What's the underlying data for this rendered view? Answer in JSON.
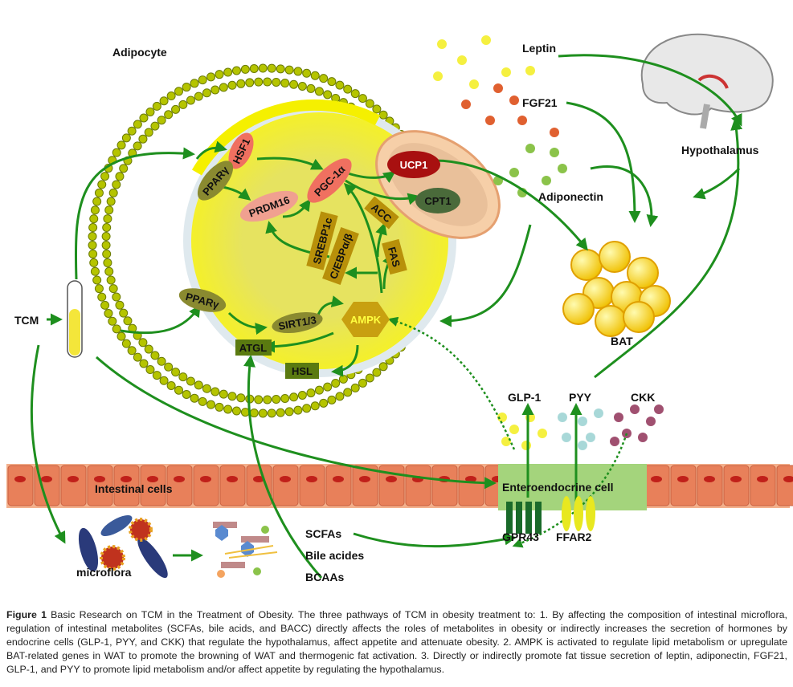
{
  "labels": {
    "adipocyte": "Adipocyte",
    "leptin": "Leptin",
    "fgf21": "FGF21",
    "adiponectin": "Adiponectin",
    "hypothalamus": "Hypothalamus",
    "bat": "BAT",
    "tcm": "TCM",
    "intestinal_cells": "Intestinal cells",
    "enteroendocrine": "Enteroendocrine cell",
    "glp1": "GLP-1",
    "pyy": "PYY",
    "ckk": "CKK",
    "gpr43": "GPR43",
    "ffar2": "FFAR2",
    "microflora": "microflora",
    "scfas": "SCFAs",
    "bile": "Bile acides",
    "bcaas": "BCAAs"
  },
  "molecules": {
    "hsf1": "HSF1",
    "ppary_top": "PPARγ",
    "prdm16": "PRDM16",
    "pgc1a": "PGC-1α",
    "ucp1": "UCP1",
    "cpt1": "CPT1",
    "srebp1c": "SREBP1c",
    "acc": "ACC",
    "cebp": "C/EBPα/β",
    "fas": "FAS",
    "ppary_bottom": "PPARγ",
    "sirt": "SIRT1/3",
    "ampk": "AMPK",
    "atgl": "ATGL",
    "hsl": "HSL"
  },
  "colors": {
    "arrow": "#1e8f1e",
    "cell": "#f2ee3a",
    "membrane": "#a8b400",
    "intestine": "#e98a62",
    "enteroendocrine": "#9fd27a"
  },
  "caption": {
    "label": "Figure 1",
    "text": "Basic Research on TCM in the Treatment of Obesity. The three pathways of TCM in obesity treatment to: 1. By affecting the composition of intestinal microflora, regulation of intestinal metabolites (SCFAs, bile acids, and BACC) directly affects the roles of metabolites in obesity or indirectly increases the secretion of hormones by endocrine cells (GLP-1, PYY, and CKK) that regulate the hypothalamus, affect appetite and attenuate obesity. 2. AMPK is activated to regulate lipid metabolism or upregulate BAT-related genes in WAT to promote the browning of WAT and thermogenic fat activation. 3. Directly or indirectly promote fat tissue secretion of leptin, adiponectin, FGF21, GLP-1, and PYY to promote lipid metabolism and/or affect appetite by regulating the hypothalamus."
  }
}
